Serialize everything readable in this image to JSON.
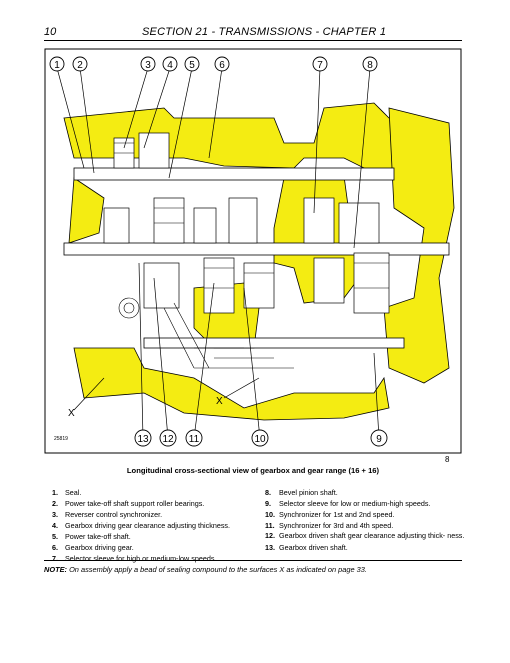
{
  "header": {
    "page_number": "10",
    "section_title": "SECTION 21 - TRANSMISSIONS - CHAPTER 1"
  },
  "figure": {
    "callouts_top": [
      "1",
      "2",
      "3",
      "4",
      "5",
      "6",
      "7",
      "8"
    ],
    "callouts_bottom": [
      "13",
      "12",
      "11",
      "10",
      "9"
    ],
    "surface_labels": [
      "X",
      "X"
    ],
    "image_code": "25819",
    "figure_number": "8"
  },
  "caption": "Longitudinal cross-sectional view of gearbox and gear range (16 + 16)",
  "legend_left": [
    {
      "num": "1.",
      "text": "Seal."
    },
    {
      "num": "2.",
      "text": "Power take-off shaft support roller bearings."
    },
    {
      "num": "3.",
      "text": "Reverser control synchronizer."
    },
    {
      "num": "4.",
      "text": "Gearbox driving gear clearance adjusting thickness."
    },
    {
      "num": "5.",
      "text": "Power take-off shaft."
    },
    {
      "num": "6.",
      "text": "Gearbox driving gear."
    },
    {
      "num": "7.",
      "text": "Selector sleeve for high or medium-low speeds."
    }
  ],
  "legend_right": [
    {
      "num": "8.",
      "text": "Bevel pinion shaft."
    },
    {
      "num": "9.",
      "text": "Selector sleeve for low or medium-high speeds."
    },
    {
      "num": "10.",
      "text": "Synchronizer for 1st and 2nd speed."
    },
    {
      "num": "11.",
      "text": "Synchronizer for 3rd and 4th speed."
    },
    {
      "num": "12.",
      "text": "Gearbox driven shaft gear clearance adjusting thick- ness."
    },
    {
      "num": "13.",
      "text": "Gearbox driven shaft."
    }
  ],
  "note": {
    "label": "NOTE:",
    "text": "On assembly apply a bead of sealing compound to the surfaces X as indicated on page 33."
  },
  "colors": {
    "housing": "#f4ec12",
    "outline": "#000000"
  }
}
